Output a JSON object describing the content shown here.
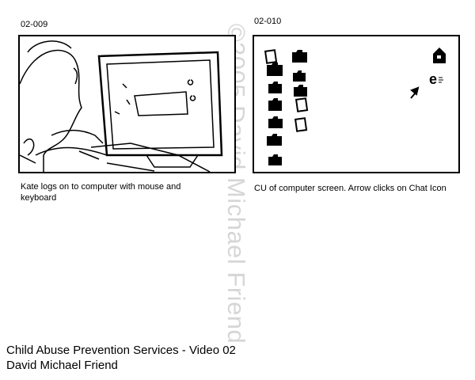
{
  "watermark": "©2005 David Michael Friend",
  "panels": [
    {
      "number": "02-009",
      "caption": "Kate logs on to computer with mouse and keyboard"
    },
    {
      "number": "02-010",
      "caption": "CU of computer screen. Arrow clicks on Chat Icon"
    }
  ],
  "footer": {
    "title": "Child Abuse Prevention Services - Video 02",
    "author": "David Michael Friend"
  }
}
